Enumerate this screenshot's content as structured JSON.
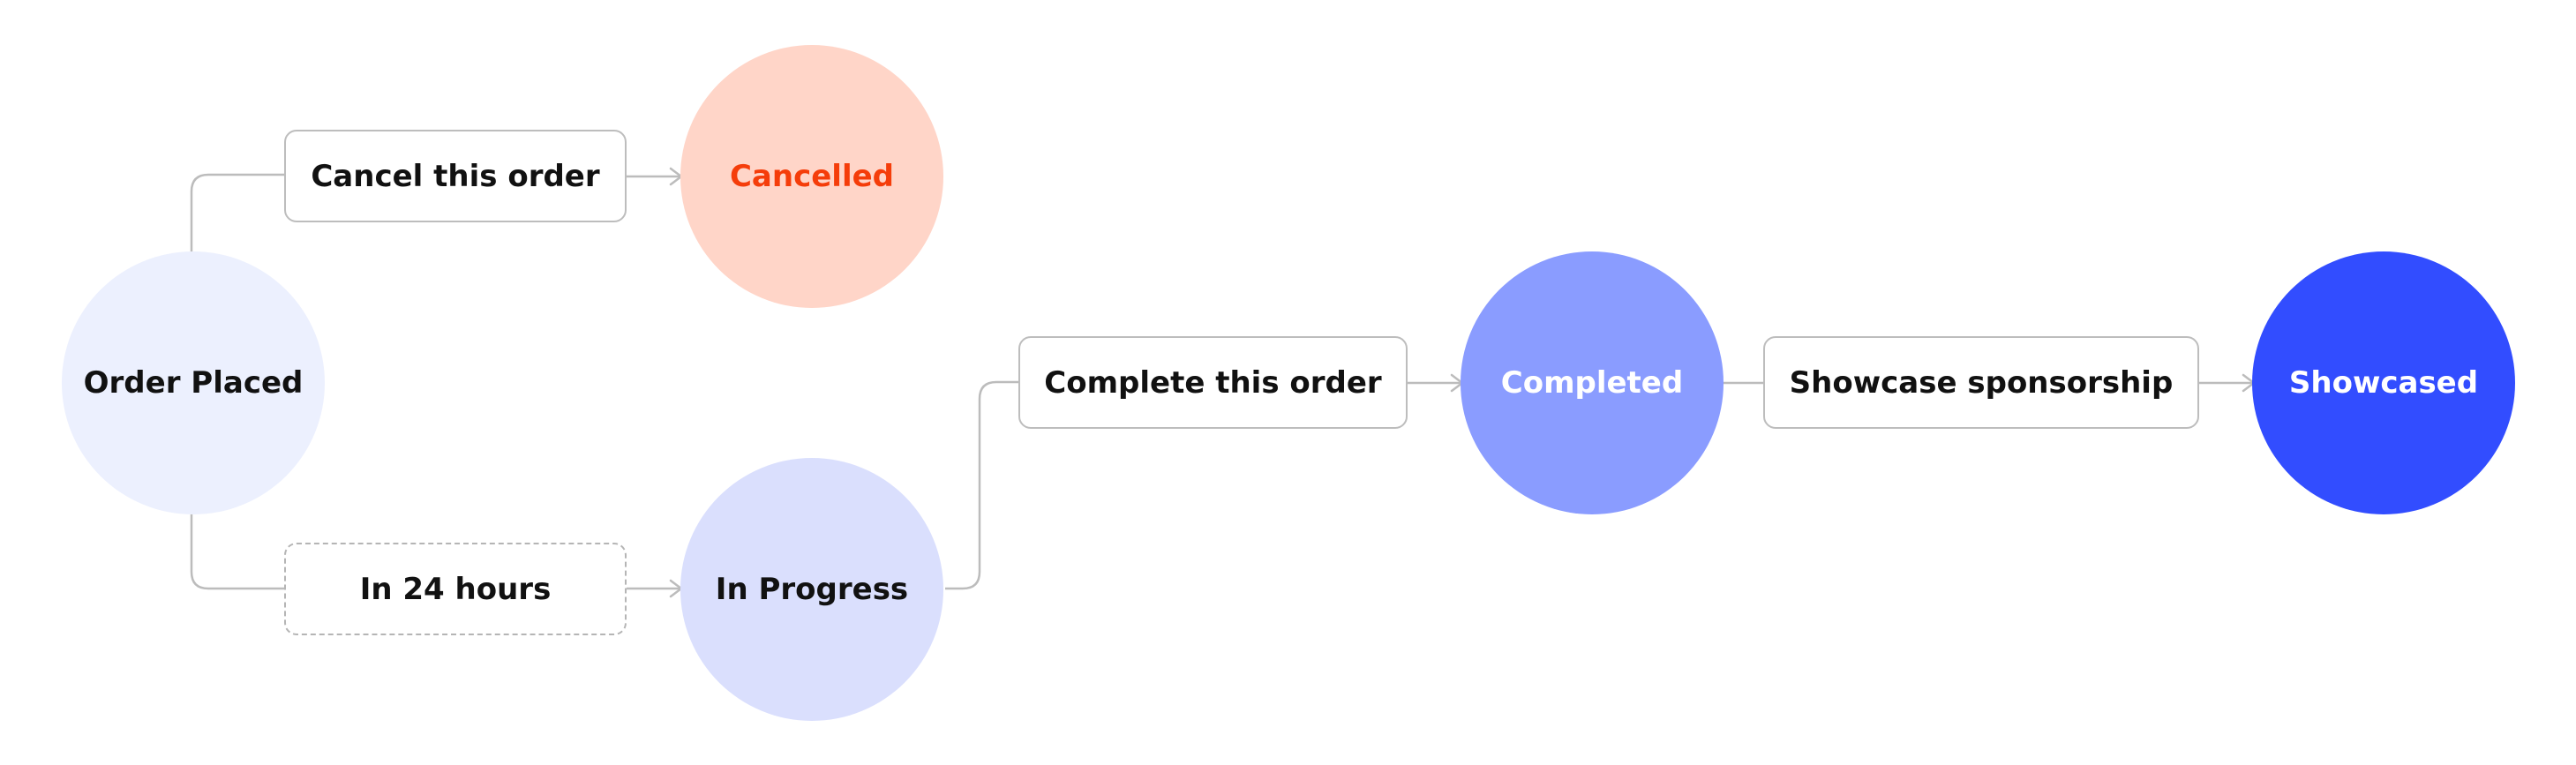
{
  "nodes": {
    "order_placed": {
      "label": "Order Placed",
      "fill": "#ecf0fe",
      "text_color": "#111111"
    },
    "cancelled": {
      "label": "Cancelled",
      "fill": "#ffd5c8",
      "text_color": "#f53d0a"
    },
    "in_progress": {
      "label": "In Progress",
      "fill": "#dadffd",
      "text_color": "#111111"
    },
    "completed": {
      "label": "Completed",
      "fill": "#8a9cff",
      "text_color": "#ffffff"
    },
    "showcased": {
      "label": "Showcased",
      "fill": "#324dff",
      "text_color": "#ffffff"
    }
  },
  "actions": {
    "cancel": {
      "label": "Cancel this order"
    },
    "in_24_hours": {
      "label": "In 24 hours"
    },
    "complete": {
      "label": "Complete this order"
    },
    "showcase": {
      "label": "Showcase sponsorship"
    }
  },
  "colors": {
    "connector": "#bcbcbc",
    "box_border": "#bdbdbd",
    "background": "#ffffff"
  }
}
